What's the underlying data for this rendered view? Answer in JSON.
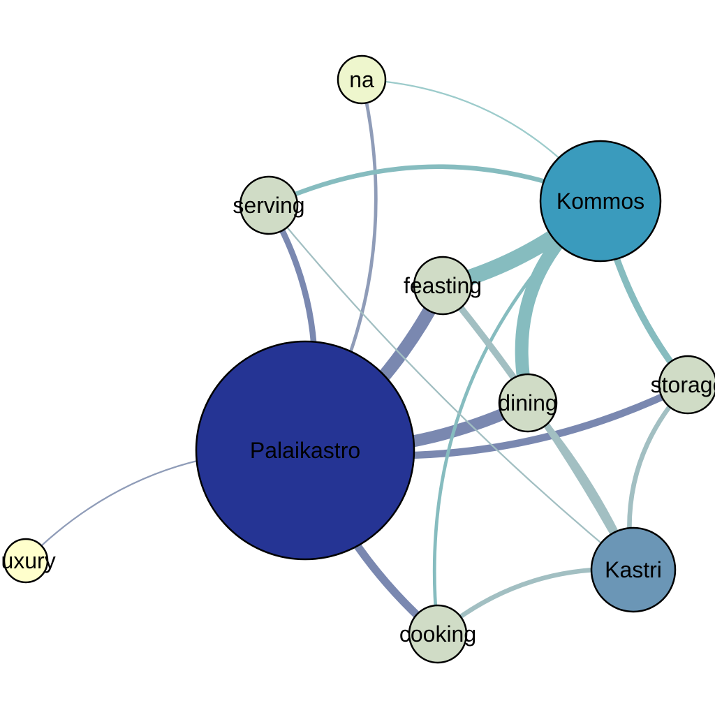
{
  "nodes": [
    {
      "id": "palaikastro",
      "label": "Palaikastro",
      "color": "#253494"
    },
    {
      "id": "kommos",
      "label": "Kommos",
      "color": "#3a9bbd"
    },
    {
      "id": "kastri",
      "label": "Kastri",
      "color": "#6b96b6"
    },
    {
      "id": "na",
      "label": "na",
      "color": "#eef6cd"
    },
    {
      "id": "serving",
      "label": "serving",
      "color": "#d0dcc6"
    },
    {
      "id": "feasting",
      "label": "feasting",
      "color": "#d0dcc6"
    },
    {
      "id": "dining",
      "label": "dining",
      "color": "#d0dcc6"
    },
    {
      "id": "storage",
      "label": "storage",
      "color": "#d0dcc6"
    },
    {
      "id": "cooking",
      "label": "cooking",
      "color": "#d0dcc6"
    },
    {
      "id": "luxury",
      "label": "luxury",
      "color": "#ffffcc"
    }
  ],
  "edges": [
    {
      "source": "kommos",
      "target": "feasting",
      "weight": 12,
      "color": "#86bcbf"
    },
    {
      "source": "kommos",
      "target": "dining",
      "weight": 10,
      "color": "#86bcbf"
    },
    {
      "source": "palaikastro",
      "target": "feasting",
      "weight": 10,
      "color": "#7a88b0"
    },
    {
      "source": "palaikastro",
      "target": "dining",
      "weight": 9,
      "color": "#7a88b0"
    },
    {
      "source": "palaikastro",
      "target": "cooking",
      "weight": 6,
      "color": "#7a88b0"
    },
    {
      "source": "palaikastro",
      "target": "storage",
      "weight": 5.5,
      "color": "#7a88b0"
    },
    {
      "source": "palaikastro",
      "target": "serving",
      "weight": 4.5,
      "color": "#7a88b0"
    },
    {
      "source": "palaikastro",
      "target": "na",
      "weight": 2.5,
      "color": "#8f9cb8"
    },
    {
      "source": "palaikastro",
      "target": "luxury",
      "weight": 1.2,
      "color": "#8f9cb8"
    },
    {
      "source": "kommos",
      "target": "storage",
      "weight": 5,
      "color": "#86bcbf"
    },
    {
      "source": "kommos",
      "target": "serving",
      "weight": 3.5,
      "color": "#86bcbf"
    },
    {
      "source": "kommos",
      "target": "cooking",
      "weight": 2.5,
      "color": "#86bcbf"
    },
    {
      "source": "kommos",
      "target": "na",
      "weight": 1.2,
      "color": "#9ccbcb"
    },
    {
      "source": "kastri",
      "target": "feasting",
      "weight": 5,
      "color": "#a2bfc2"
    },
    {
      "source": "kastri",
      "target": "dining",
      "weight": 4.5,
      "color": "#a2bfc2"
    },
    {
      "source": "kastri",
      "target": "storage",
      "weight": 3.5,
      "color": "#a2bfc2"
    },
    {
      "source": "kastri",
      "target": "cooking",
      "weight": 3.5,
      "color": "#a2bfc2"
    },
    {
      "source": "kastri",
      "target": "serving",
      "weight": 1.2,
      "color": "#a2bfc2"
    }
  ]
}
